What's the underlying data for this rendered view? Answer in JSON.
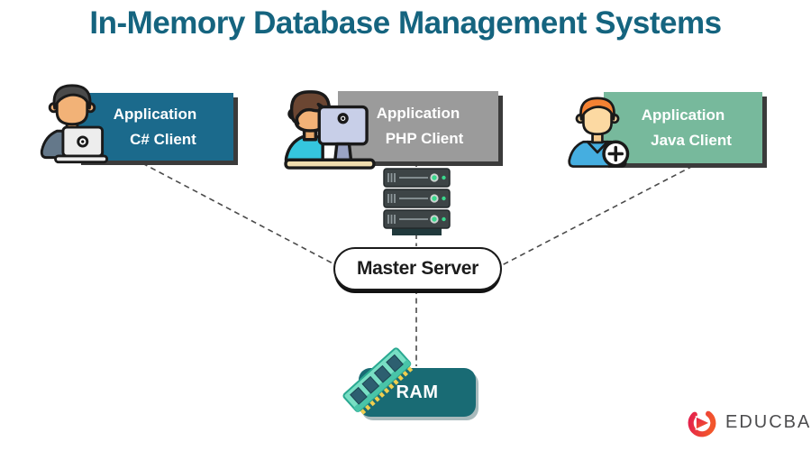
{
  "title": "In-Memory Database Management Systems",
  "clients": [
    {
      "line1": "Application",
      "line2": "C# Client",
      "icon": "person-laptop-icon",
      "box_color": "#1b6a8c"
    },
    {
      "line1": "Application",
      "line2": "PHP Client",
      "icon": "person-desktop-icon",
      "box_color": "#9b9b9b"
    },
    {
      "line1": "Application",
      "line2": "Java Client",
      "icon": "person-plus-icon",
      "box_color": "#77b99c"
    }
  ],
  "server": {
    "label": "Master Server",
    "icon": "server-stack-icon"
  },
  "memory": {
    "label": "RAM",
    "icon": "ram-chip-icon"
  },
  "logo": {
    "text": "EDUCBA",
    "brand_color": "#e8262d",
    "text_color": "#4d4d4f"
  },
  "colors": {
    "title_text": "#15647f",
    "led_green": "#3bd98e",
    "connector_dash": "#4a4a4a",
    "server_body": "#3d4446",
    "ram_box": "#196b74",
    "ram_chip_body": "#78dfc4",
    "pill_border": "#1a1a1a"
  }
}
